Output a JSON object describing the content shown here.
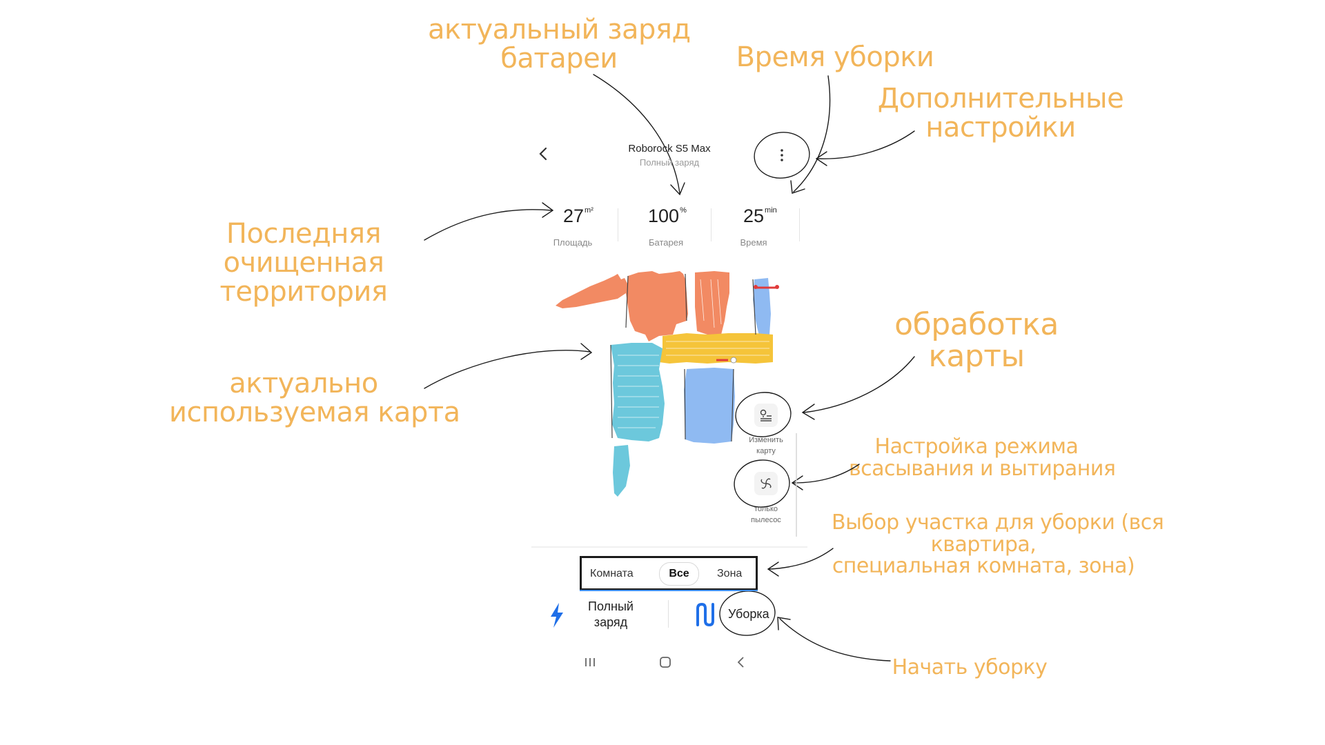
{
  "annotations": {
    "battery": [
      "актуальный заряд",
      "батареи"
    ],
    "clean_time": "Время уборки",
    "extra_settings": [
      "Дополнительные",
      "настройки"
    ],
    "last_area": [
      "Последняя",
      "очищенная",
      "территория"
    ],
    "current_map": [
      "актуально",
      "используемая карта"
    ],
    "map_edit": [
      "обработка",
      "карты"
    ],
    "suction_mode": [
      "Настройка режима",
      "всасывания и вытирания"
    ],
    "zone_select": [
      "Выбор участка для уборки (вся",
      "квартира,",
      "специальная комната, зона)"
    ],
    "start_clean": "Начать уборку"
  },
  "header": {
    "back_icon": "chevron-left",
    "title": "Roborock S5 Max",
    "subtitle": "Полный заряд",
    "menu_icon": "more-vertical"
  },
  "stats": [
    {
      "value": "27",
      "unit": "m²",
      "label": "Площадь"
    },
    {
      "value": "100",
      "unit": "%",
      "label": "Батарея"
    },
    {
      "value": "25",
      "unit": "min",
      "label": "Время"
    }
  ],
  "map": {
    "room_colors": {
      "orange": "#f28a63",
      "yellow": "#f5c43a",
      "cyan": "#6cc8dc",
      "blue": "#8fbaf2",
      "red": "#e03b3b"
    }
  },
  "map_buttons": {
    "edit": {
      "icon": "map-pin-list-icon",
      "label": [
        "Изменить",
        "карту"
      ]
    },
    "mode": {
      "icon": "fan-icon",
      "label": [
        "только",
        "пылесос"
      ]
    }
  },
  "segment": {
    "items": [
      "Комната",
      "Все",
      "Зона"
    ],
    "selected": "Все"
  },
  "actions": {
    "charge": {
      "icon": "lightning-icon",
      "label": [
        "Полный",
        "заряд"
      ]
    },
    "clean": {
      "icon": "wave-path-icon",
      "label": "Уборка"
    }
  },
  "system_nav": {
    "recents": "|||",
    "home": "square",
    "back": "chevron-left"
  },
  "colors": {
    "accent": "#f2b55a",
    "blue": "#1f6fe8",
    "text": "#222222"
  }
}
